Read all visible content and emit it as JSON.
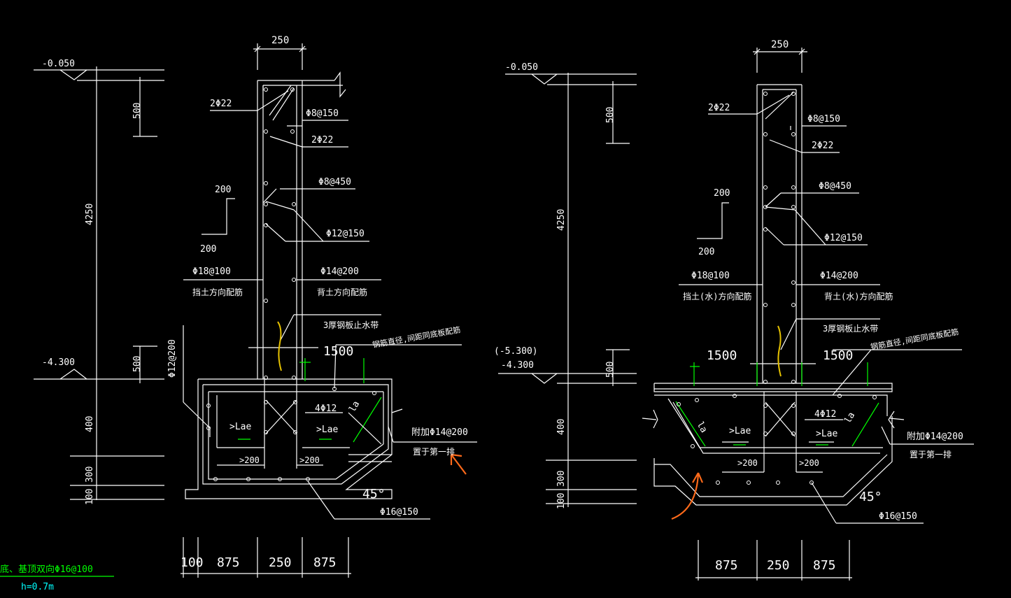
{
  "colors": {
    "background": "#000000",
    "line": "#ffffff",
    "dimension": "#00ff00",
    "waterstop": "#ffd700",
    "annotation_arrow": "#ff6a1a"
  },
  "left_section": {
    "top_width": "250",
    "elev_top": "-0.050",
    "elev_base": "-4.300",
    "dim_500_top": "500",
    "dim_4250": "4250",
    "dim_500_base": "500",
    "dim_400": "400",
    "dim_300": "300",
    "dim_100": "100",
    "chamfer_top": "200",
    "chamfer_bottom": "200",
    "rebar_2phi22_a": "2Φ22",
    "rebar_phi8_150": "Φ8@150",
    "rebar_2phi22_b": "2Φ22",
    "rebar_phi8_450": "Φ8@450",
    "rebar_phi12_150": "Φ12@150",
    "rebar_phi18_100": "Φ18@100",
    "earth_side": "挡土方向配筋",
    "rebar_phi14_200": "Φ14@200",
    "back_side": "背土方向配筋",
    "waterstop": "3厚钢板止水带",
    "dim_1500": "1500",
    "base_note": "钢筋直径,间距同底板配筋",
    "rebar_phi12_200": "Φ12@200",
    "rebar_4phi12": "4Φ12",
    "lap_a": ">Lae",
    "lap_b": ">Lae",
    "la": "la",
    "extra": "附加Φ14@200",
    "extra2": "置于第一排",
    "min_a": ">200",
    "min_b": ">200",
    "angle": "45°",
    "rebar_phi16_150": "Φ16@150",
    "bottom_dims": [
      "100",
      "875",
      "250",
      "875"
    ]
  },
  "right_section": {
    "top_width": "250",
    "elev_top": "-0.050",
    "elev_base_a": "(-5.300)",
    "elev_base_b": "-4.300",
    "dim_500_top": "500",
    "dim_4250": "4250",
    "dim_500_base": "500",
    "dim_400": "400",
    "dim_300": "300",
    "dim_100": "100",
    "chamfer_top": "200",
    "chamfer_bottom": "200",
    "rebar_2phi22_a": "2Φ22",
    "rebar_phi8_150": "Φ8@150",
    "rebar_2phi22_b": "2Φ22",
    "rebar_phi8_450": "Φ8@450",
    "rebar_phi12_150": "Φ12@150",
    "rebar_phi18_100": "Φ18@100",
    "earth_side": "挡土(水)方向配筋",
    "rebar_phi14_200": "Φ14@200",
    "back_side": "背土(水)方向配筋",
    "waterstop": "3厚钢板止水带",
    "dim_1500_a": "1500",
    "dim_1500_b": "1500",
    "base_note": "钢筋直径,间距同底板配筋",
    "rebar_4phi12": "4Φ12",
    "lap_a": ">Lae",
    "lap_b": ">Lae",
    "la_a": "la",
    "la_b": "la",
    "extra": "附加Φ14@200",
    "extra2": "置于第一排",
    "min_a": ">200",
    "min_b": ">200",
    "angle": "45°",
    "rebar_phi16_150": "Φ16@150",
    "bottom_dims": [
      "875",
      "250",
      "875"
    ]
  },
  "legend": {
    "note": "底、基顶双向Φ16@100",
    "height": "h=0.7m"
  }
}
